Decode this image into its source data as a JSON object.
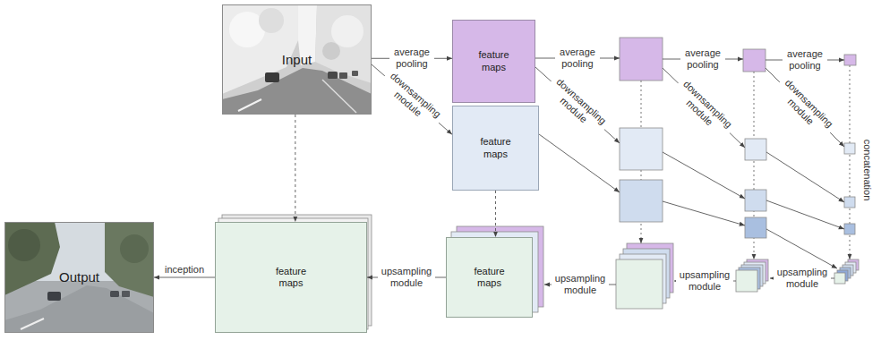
{
  "diagram": {
    "nodes": [
      {
        "text": [
          "Input"
        ]
      },
      {
        "text": [
          "feature maps"
        ]
      },
      {
        "text": [
          "feature maps"
        ]
      },
      {
        "text": [
          "feature maps"
        ]
      },
      {
        "text": [
          "feature maps"
        ]
      },
      {
        "text": [
          "Output"
        ]
      }
    ],
    "edges": [
      {
        "from": 0,
        "to": 1,
        "label": "average pooling",
        "arrow": "to"
      },
      {
        "from": 0,
        "to": 2,
        "label": "downsampling module",
        "arrow": "to"
      },
      {
        "from": 0,
        "to": 4,
        "arrow": "to"
      },
      {
        "from": 2,
        "to": 3,
        "arrow": "to"
      },
      {
        "from": 3,
        "to": 4,
        "label": "upsampling module",
        "arrow": "to"
      },
      {
        "from": 4,
        "to": 5,
        "label": "inception",
        "arrow": "to"
      }
    ],
    "labels": [
      "average pooling",
      "average pooling",
      "average pooling",
      "downsampling module",
      "downsampling module",
      "downsampling module",
      "concatenation",
      "upsampling module",
      "upsampling module",
      "upsampling module"
    ]
  }
}
